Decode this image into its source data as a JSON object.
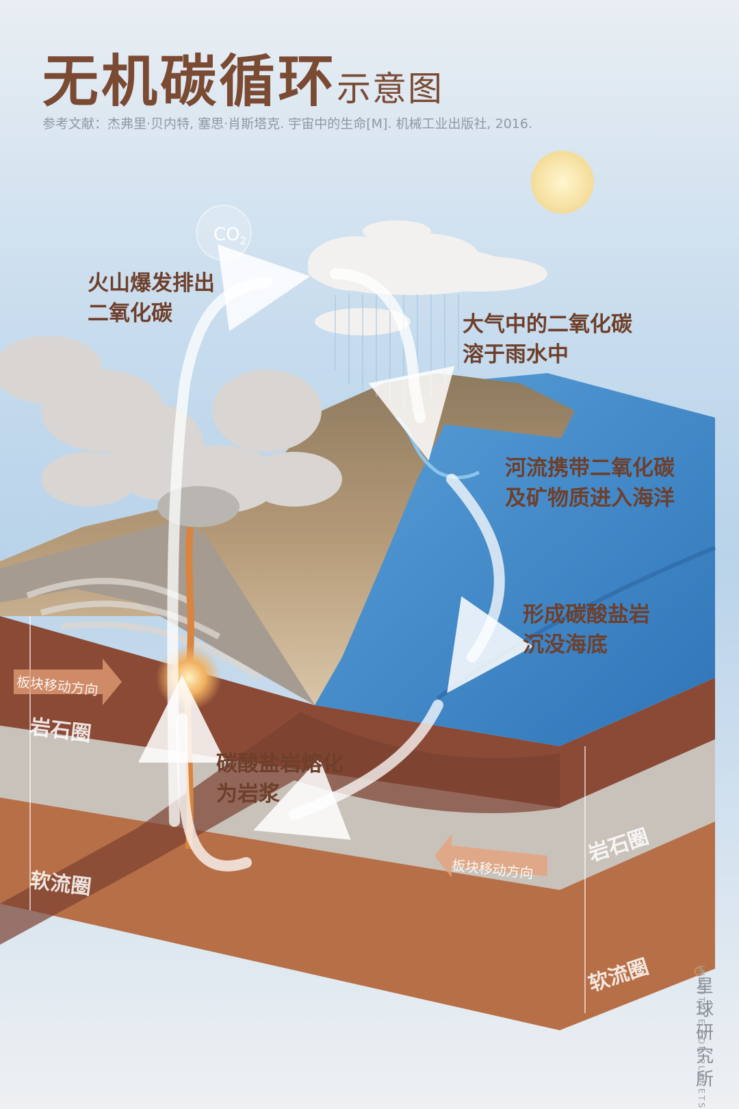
{
  "header": {
    "title_main": "无机碳循环",
    "title_sub": "示意图",
    "reference": "参考文献：杰弗里·贝内特, 塞思·肖斯塔克. 宇宙中的生命[M]. 机械工业出版社, 2016."
  },
  "co2_bubble": {
    "base": "CO",
    "sub": "2"
  },
  "labels": {
    "volcano": [
      "火山爆发排出",
      "二氧化碳"
    ],
    "rain": [
      "大气中的二氧化碳",
      "溶于雨水中"
    ],
    "river": [
      "河流携带二氧化碳",
      "及矿物质进入海洋"
    ],
    "carbonate": [
      "形成碳酸盐岩",
      "沉没海底"
    ],
    "melt": [
      "碳酸盐岩熔化",
      "为岩浆"
    ]
  },
  "layers": {
    "left_plate_motion": "板块移动方向",
    "left_lithosphere": "岩石圈",
    "left_asthenosphere": "软流圈",
    "right_plate_motion": "板块移动方向",
    "right_lithosphere": "岩石圈",
    "right_asthenosphere": "软流圈"
  },
  "brand": {
    "name": "星球研究所",
    "name_en": "INSTITUTE FOR PLANETS"
  },
  "colors": {
    "title": "#7a4a33",
    "label": "#6e3f2b",
    "ocean": "#3f86c7",
    "lithosphere": "#8a4a36",
    "crust_grey": "#c9c2bb",
    "asthenosphere": "#b76f47",
    "magma": "#e8a050"
  }
}
